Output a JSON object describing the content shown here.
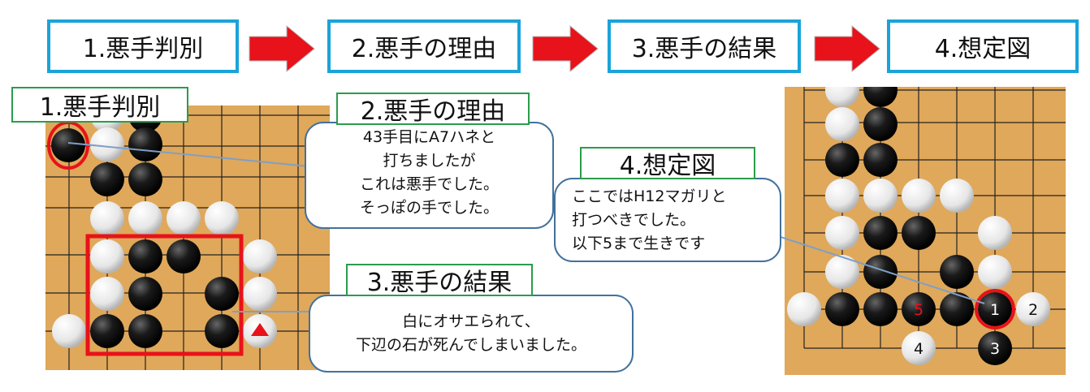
{
  "flow": {
    "step1": "1.悪手判別",
    "step2": "2.悪手の理由",
    "step3": "3.悪手の結果",
    "step4": "4.想定図"
  },
  "labels": {
    "l1": "1.悪手判別",
    "l2": "2.悪手の理由",
    "l3": "3.悪手の結果",
    "l4": "4.想定図"
  },
  "callouts": {
    "reason": [
      "43手目にA7ハネと",
      "打ちましたが",
      "これは悪手でした。",
      "そっぽの手でした。"
    ],
    "result": [
      "白にオサエられて、",
      "下辺の石が死んでしまいました。"
    ],
    "expected": [
      "ここではH12マガリと",
      "打つべきでした。",
      "以下5まで生きです"
    ]
  },
  "move_numbers": {
    "m1": "1",
    "m2": "2",
    "m3": "3",
    "m4": "4",
    "m5": "5"
  },
  "colors": {
    "accent_blue": "#1aa3d9",
    "highlight_red": "#e8121a",
    "label_green": "#2a9d4b",
    "board": "#e0a85a"
  }
}
